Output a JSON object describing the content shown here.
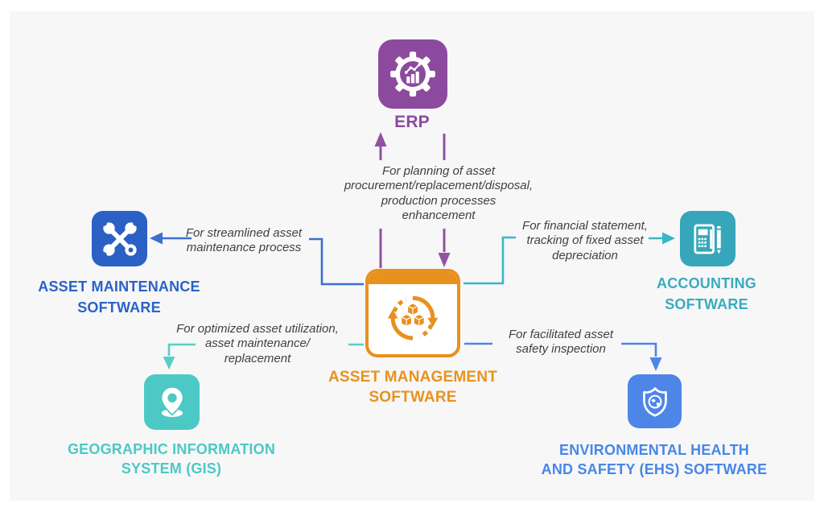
{
  "diagram": {
    "subject": "Asset Management Software integrations diagram"
  },
  "palette": {
    "canvas_bg": "#f7f7f8",
    "frame": "#ffffff",
    "annotation_text": "#414144",
    "erp_purple": "#8c4a9e",
    "purple_connector": "#9351a2",
    "maintenance_blue": "#2b60c5",
    "blue_connector": "#3d6fd1",
    "accounting_teal": "#37a6ba",
    "teal_connector": "#3cb5c6",
    "gis_turquoise": "#4cc9c5",
    "turquoise_connector": "#55cfc7",
    "ehs_blue": "#4e86e8",
    "cornflower_connector": "#4c86e8",
    "center_orange": "#e8911e"
  },
  "center": {
    "label": "ASSET MANAGEMENT\nSOFTWARE",
    "color": "#e8921f",
    "icon": "window-with-cubes-and-cycle-arrows"
  },
  "nodes": {
    "erp": {
      "label": "ERP",
      "color": "#8c4a9e",
      "icon": "gear-with-bar-chart"
    },
    "asset_maintenance": {
      "label": "ASSET MAINTENANCE\nSOFTWARE",
      "color": "#2b62c6",
      "icon": "crossed-wrenches"
    },
    "accounting": {
      "label": "ACCOUNTING\nSOFTWARE",
      "color": "#3aabbe",
      "icon": "calculator-and-pencil"
    },
    "gis": {
      "label": "GEOGRAPHIC INFORMATION\nSYSTEM (GIS)",
      "color": "#4cc9c5",
      "icon": "map-pin"
    },
    "ehs": {
      "label": "ENVIRONMENTAL HEALTH\nAND SAFETY (EHS) SOFTWARE",
      "color": "#4787e7",
      "icon": "shield-with-globe"
    }
  },
  "annotations": {
    "erp": "For planning of asset\nprocurement/replacement/disposal,\nproduction processes\nenhancement",
    "asset_maintenance": "For streamlined asset\nmaintenance process",
    "accounting": "For financial statement,\ntracking of fixed asset\ndepreciation",
    "gis": "For optimized asset utilization,\nasset maintenance/\nreplacement",
    "ehs": "For facilitated asset\nsafety inspection"
  }
}
